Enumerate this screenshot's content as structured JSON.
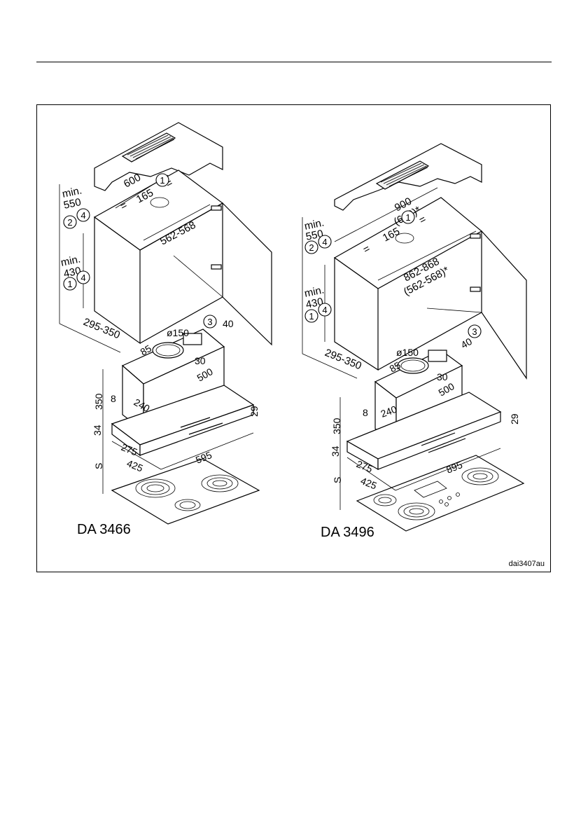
{
  "left": {
    "model": "DA 3466",
    "dims": {
      "cab_width": "600",
      "vent_offset": "165",
      "eq1": "=",
      "eq2": "=",
      "min": "min.",
      "h550": "550",
      "h430": "430",
      "inner": "562-568",
      "depth": "295-350",
      "dia": "ø150",
      "d40": "40",
      "d85": "85",
      "d30": "30",
      "d500": "500",
      "d350": "350",
      "d8": "8",
      "d240": "240",
      "d29": "29",
      "d34": "34",
      "d275": "275",
      "s": "S",
      "d425": "425",
      "hood_width": "595"
    },
    "circles": {
      "c1a": "1",
      "c2": "2",
      "c4a": "4",
      "c1b": "1",
      "c4b": "4",
      "c3": "3"
    }
  },
  "right": {
    "model": "DA 3496",
    "dims": {
      "cab_width": "900",
      "cab_width_alt": "(600)*",
      "vent_offset": "165",
      "eq1": "=",
      "eq2": "=",
      "min": "min.",
      "h550": "550",
      "h430": "430",
      "inner": "862-868",
      "inner_alt": "(562-568)*",
      "depth": "295-350",
      "dia": "ø150",
      "d40": "40",
      "d85": "85",
      "d30": "30",
      "d500": "500",
      "d350": "350",
      "d8": "8",
      "d240": "240",
      "d29": "29",
      "d34": "34",
      "d275": "275",
      "s": "S",
      "d425": "425",
      "hood_width": "895"
    },
    "circles": {
      "c1a": "1",
      "c2": "2",
      "c4a": "4",
      "c1b": "1",
      "c4b": "4",
      "c3": "3"
    }
  },
  "ref_code": "dai3407au"
}
